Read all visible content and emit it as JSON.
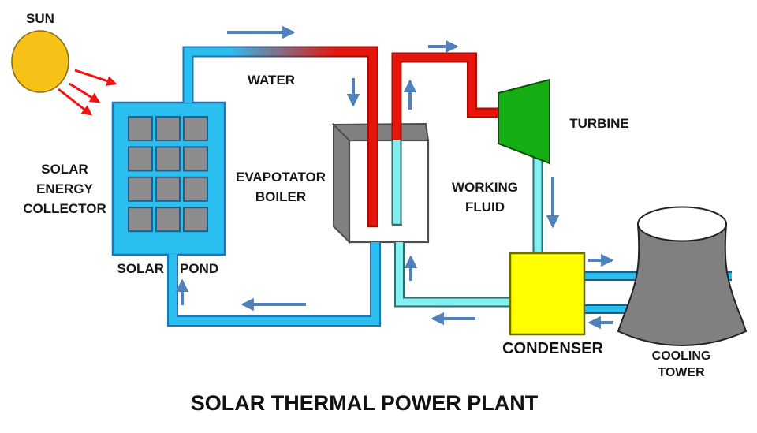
{
  "title": "SOLAR THERMAL POWER PLANT",
  "labels": {
    "sun": "SUN",
    "water": "WATER",
    "collector_line1": "SOLAR",
    "collector_line2": "ENERGY",
    "collector_line3": "COLLECTOR",
    "boiler_line1": "EVAPOTATOR",
    "boiler_line2": "BOILER",
    "pond_left": "SOLAR",
    "pond_right": "POND",
    "turbine": "TURBINE",
    "working_line1": "WORKING",
    "working_line2": "FLUID",
    "condenser": "CONDENSER",
    "cooling_line1": "COOLING",
    "cooling_line2": "TOWER"
  },
  "collector": {
    "panel_rows": 4,
    "panel_cols": 3,
    "panel_count": 12
  },
  "colors": {
    "sun_yellow": "#f6c217",
    "ray_red": "#f31111",
    "water_cyan": "#2bbfef",
    "pipe_edge_blue": "#1878be",
    "steam_red": "#e8150d",
    "pipe_edge_red": "#9c1006",
    "fluid_pale": "#84eff0",
    "pipe_edge_teal": "#2e6e6e",
    "turbine_green": "#15ae15",
    "condenser_yellow": "#ffff00",
    "tower_gray": "#808080",
    "arrow_blue": "#4f81bd"
  },
  "components": [
    {
      "id": "sun",
      "color": "#f6c217"
    },
    {
      "id": "solar-energy-collector",
      "color": "#2bbfef"
    },
    {
      "id": "solar-pond-loop",
      "color": "#2bbfef"
    },
    {
      "id": "evaporator-boiler",
      "color": "#808080"
    },
    {
      "id": "turbine",
      "color": "#15ae15"
    },
    {
      "id": "condenser",
      "color": "#ffff00"
    },
    {
      "id": "cooling-tower",
      "color": "#808080"
    },
    {
      "id": "working-fluid-loop",
      "color": "#84eff0"
    },
    {
      "id": "steam-line",
      "color": "#e8150d"
    }
  ]
}
